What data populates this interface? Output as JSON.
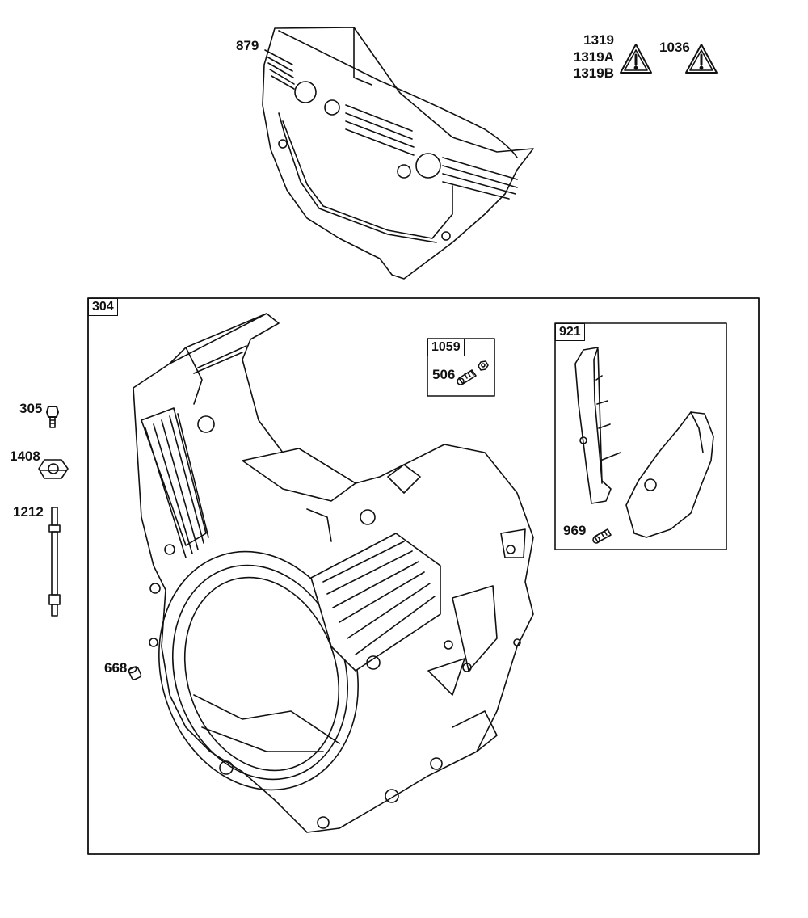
{
  "callouts": {
    "p879": "879",
    "p1319": "1319",
    "p1319a": "1319A",
    "p1319b": "1319B",
    "p1036": "1036",
    "p304": "304",
    "p1059": "1059",
    "p506": "506",
    "p921": "921",
    "p969": "969",
    "p305": "305",
    "p1408": "1408",
    "p1212": "1212",
    "p668": "668"
  },
  "icons": {
    "warning_1319": "warning-triangle-icon",
    "warning_1036": "warning-triangle-icon"
  }
}
